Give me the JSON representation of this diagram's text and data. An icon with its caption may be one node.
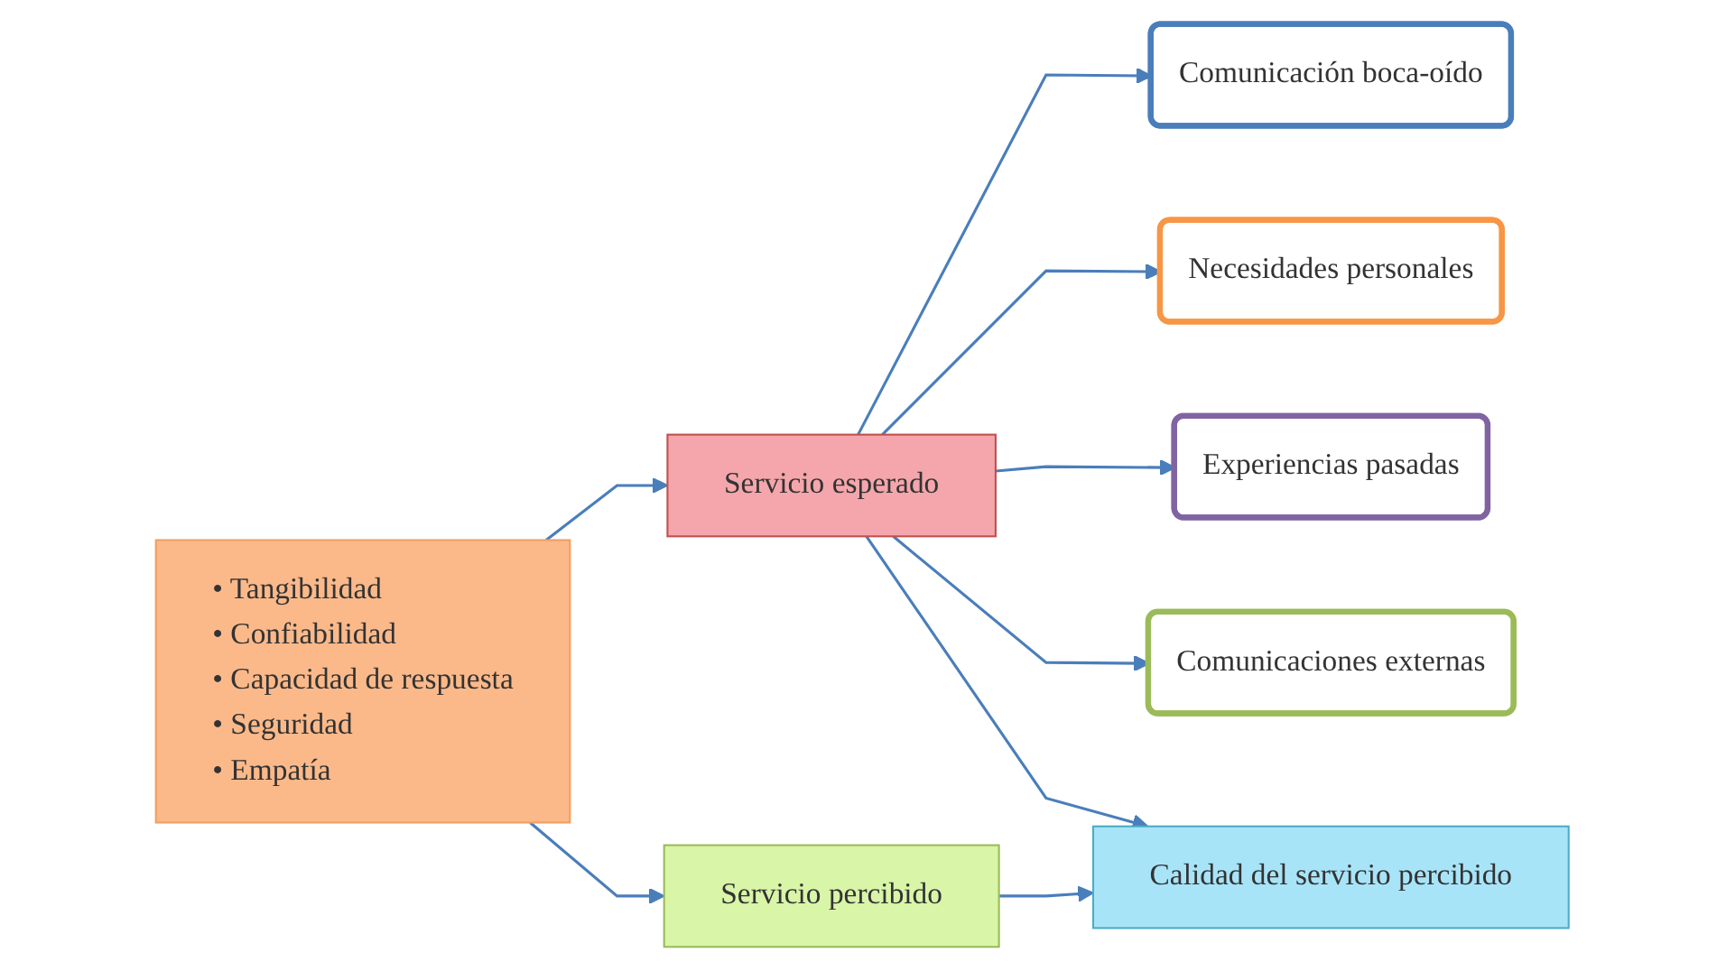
{
  "diagram": {
    "nodes": [
      {
        "text": [
          "Comunicación boca-oído"
        ]
      },
      {
        "text": [
          "Necesidades personales"
        ]
      },
      {
        "text": [
          "Experiencias pasadas"
        ]
      },
      {
        "text": [
          "Comunicaciones externas"
        ]
      },
      {
        "text": [
          "• Tangibilidad",
          "• Confiabilidad",
          "• Capacidad de respuesta",
          "• Seguridad",
          "• Empatía"
        ]
      },
      {
        "text": [
          "Servicio esperado"
        ]
      },
      {
        "text": [
          "Servicio percibido"
        ]
      },
      {
        "text": [
          "Calidad del servicio percibido"
        ]
      }
    ],
    "edges": [
      {
        "from": 5,
        "to": 0,
        "arrow": "to"
      },
      {
        "from": 5,
        "to": 1,
        "arrow": "to"
      },
      {
        "from": 5,
        "to": 2,
        "arrow": "to"
      },
      {
        "from": 5,
        "to": 3,
        "arrow": "to"
      },
      {
        "from": 4,
        "to": 5,
        "arrow": "to"
      },
      {
        "from": 4,
        "to": 6,
        "arrow": "to"
      },
      {
        "from": 5,
        "to": 7,
        "arrow": "to"
      },
      {
        "from": 6,
        "to": 7,
        "arrow": "to"
      }
    ]
  }
}
